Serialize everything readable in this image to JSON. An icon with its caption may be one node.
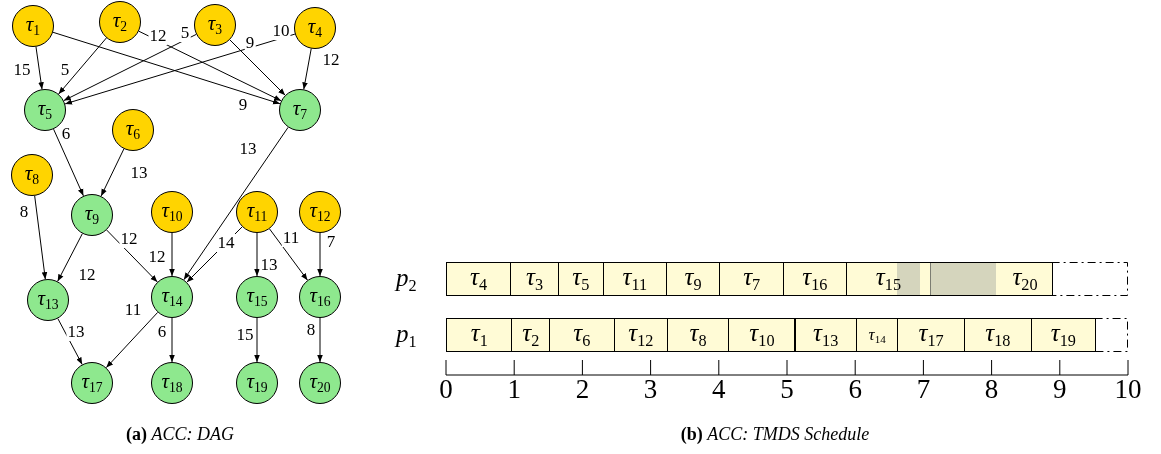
{
  "diagram": {
    "nodes": [
      {
        "text": [
          "τ$_{1}$"
        ]
      },
      {
        "text": [
          "τ$_{2}$"
        ]
      },
      {
        "text": [
          "τ$_{3}$"
        ]
      },
      {
        "text": [
          "τ$_{4}$"
        ]
      },
      {
        "text": [
          "τ$_{5}$"
        ]
      },
      {
        "text": [
          "τ$_{6}$"
        ]
      },
      {
        "text": [
          "τ$_{7}$"
        ]
      },
      {
        "text": [
          "τ$_{8}$"
        ]
      },
      {
        "text": [
          "τ$_{9}$"
        ]
      },
      {
        "text": [
          "τ$_{10}$"
        ]
      },
      {
        "text": [
          "τ$_{11}$"
        ]
      },
      {
        "text": [
          "τ$_{12}$"
        ]
      },
      {
        "text": [
          "τ$_{13}$"
        ]
      },
      {
        "text": [
          "τ$_{14}$"
        ]
      },
      {
        "text": [
          "τ$_{15}$"
        ]
      },
      {
        "text": [
          "τ$_{16}$"
        ]
      },
      {
        "text": [
          "τ$_{17}$"
        ]
      },
      {
        "text": [
          "τ$_{18}$"
        ]
      },
      {
        "text": [
          "τ$_{19}$"
        ]
      },
      {
        "text": [
          "τ$_{20}$"
        ]
      },
      {
        "text": [
          "p$_{2}$"
        ]
      },
      {
        "text": [
          "τ$_{4}$"
        ],
        "in": 20
      },
      {
        "text": [
          "τ$_{3}$"
        ],
        "in": 20
      },
      {
        "text": [
          "τ$_{5}$"
        ],
        "in": 20
      },
      {
        "text": [
          "τ$_{11}$"
        ],
        "in": 20
      },
      {
        "text": [
          "τ$_{9}$"
        ],
        "in": 20
      },
      {
        "text": [
          "τ$_{7}$"
        ],
        "in": 20
      },
      {
        "text": [
          "τ$_{16}$"
        ],
        "in": 20
      },
      {
        "text": [
          "τ$_{15}$"
        ],
        "in": 20
      },
      {
        "text": [
          "τ$_{20}$"
        ],
        "in": 20
      },
      {
        "text": [
          "p$_{1}$"
        ]
      },
      {
        "text": [
          "τ$_{1}$"
        ],
        "in": 30
      },
      {
        "text": [
          "τ$_{2}$"
        ],
        "in": 30
      },
      {
        "text": [
          "τ$_{6}$"
        ],
        "in": 30
      },
      {
        "text": [
          "τ$_{12}$"
        ],
        "in": 30
      },
      {
        "text": [
          "τ$_{8}$"
        ],
        "in": 30
      },
      {
        "text": [
          "τ$_{10}$"
        ],
        "in": 30
      },
      {
        "text": [
          "τ$_{13}$"
        ],
        "in": 30
      },
      {
        "text": [
          "τ$_{14}$"
        ],
        "in": 30
      },
      {
        "text": [
          "τ$_{17}$"
        ],
        "in": 30
      },
      {
        "text": [
          "τ$_{18}$"
        ],
        "in": 30
      },
      {
        "text": [
          "τ$_{19}$"
        ],
        "in": 30
      }
    ],
    "edges": [
      {
        "from": 0,
        "to": 4,
        "arrow": "to",
        "label": "15"
      },
      {
        "from": 1,
        "to": 4,
        "arrow": "to",
        "label": "5"
      },
      {
        "from": 2,
        "to": 4,
        "arrow": "to",
        "label": "5"
      },
      {
        "from": 3,
        "to": 4,
        "arrow": "to",
        "label": "10"
      },
      {
        "from": 0,
        "to": 6,
        "arrow": "to",
        "label": "9"
      },
      {
        "from": 1,
        "to": 6,
        "arrow": "to",
        "label": "12"
      },
      {
        "from": 2,
        "to": 6,
        "arrow": "to",
        "label": "9"
      },
      {
        "from": 3,
        "to": 6,
        "arrow": "to",
        "label": "12"
      },
      {
        "from": 4,
        "to": 8,
        "arrow": "to",
        "label": "6"
      },
      {
        "from": 5,
        "to": 8,
        "arrow": "to",
        "label": "13"
      },
      {
        "from": 6,
        "to": 13,
        "arrow": "to",
        "label": "13"
      },
      {
        "from": 7,
        "to": 12,
        "arrow": "to",
        "label": "8"
      },
      {
        "from": 8,
        "to": 12,
        "arrow": "to",
        "label": "12"
      },
      {
        "from": 8,
        "to": 13,
        "arrow": "to",
        "label": "12"
      },
      {
        "from": 9,
        "to": 13,
        "arrow": "to",
        "label": "12"
      },
      {
        "from": 10,
        "to": 13,
        "arrow": "to",
        "label": "14"
      },
      {
        "from": 10,
        "to": 14,
        "arrow": "to",
        "label": "13"
      },
      {
        "from": 10,
        "to": 15,
        "arrow": "to",
        "label": "11"
      },
      {
        "from": 11,
        "to": 15,
        "arrow": "to",
        "label": "7"
      },
      {
        "from": 12,
        "to": 16,
        "arrow": "to",
        "label": "13"
      },
      {
        "from": 13,
        "to": 16,
        "arrow": "to",
        "label": "11"
      },
      {
        "from": 13,
        "to": 17,
        "arrow": "to",
        "label": "6"
      },
      {
        "from": 14,
        "to": 18,
        "arrow": "to",
        "label": "15"
      },
      {
        "from": 15,
        "to": 19,
        "arrow": "to",
        "label": "8"
      }
    ],
    "labels": [
      "0",
      "1",
      "2",
      "3",
      "4",
      "5",
      "6",
      "7",
      "8",
      "9",
      "10",
      "**(a)** *ACC: DAG*",
      "**(b)** *ACC: TMDS Schedule*"
    ]
  }
}
